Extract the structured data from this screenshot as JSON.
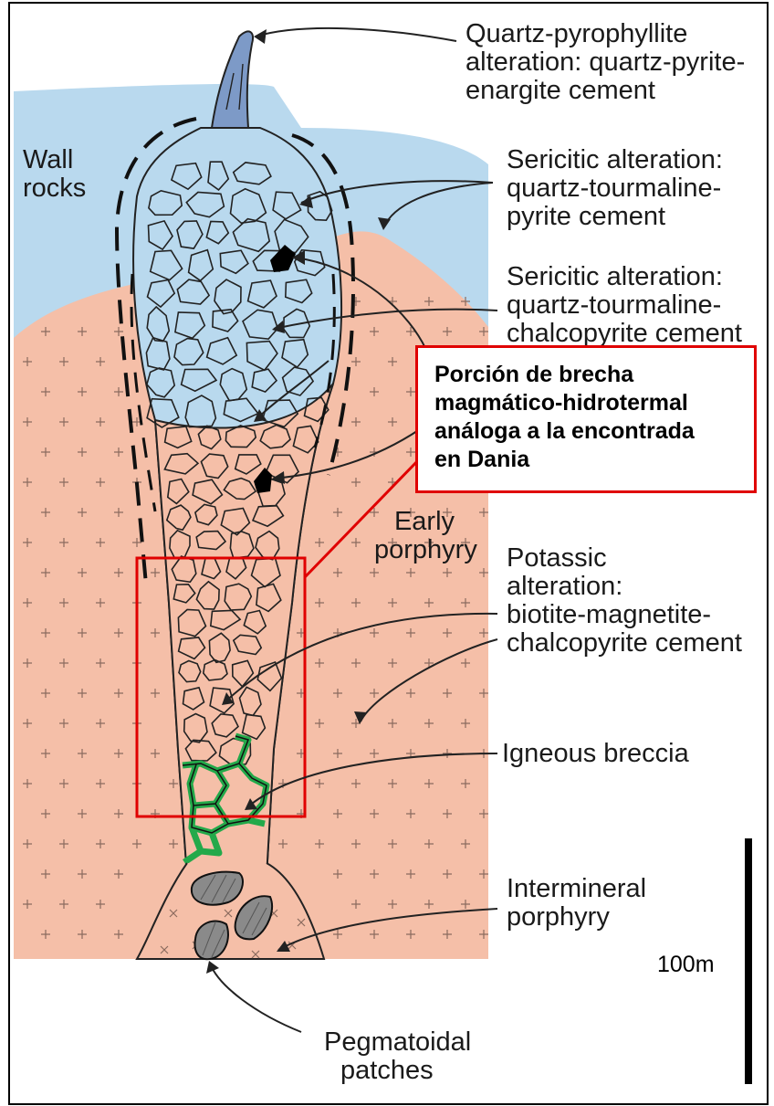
{
  "colors": {
    "wall_rock_blue": "#b9d9ee",
    "porphyry_salmon": "#f5bfa8",
    "breccia_outline": "#2b2b2b",
    "igneous_breccia_green": "#23a94a",
    "highlight_red": "#e00000",
    "pegmatoid_gray": "#8a8a8a",
    "apex_blue": "#7d9ac7"
  },
  "labels": {
    "wall_rocks": [
      "Wall",
      "rocks"
    ],
    "quartz_pyrophyllite": [
      "Quartz-pyrophyllite",
      "alteration: quartz-pyrite-",
      "enargite cement"
    ],
    "sericitic_1": [
      "Sericitic alteration:",
      "quartz-tourmaline-",
      "pyrite cement"
    ],
    "sericitic_2": [
      "Sericitic alteration:",
      "quartz-tourmaline-",
      "chalcopyrite cement"
    ],
    "early_porphyry": [
      "Early",
      "porphyry"
    ],
    "potassic": [
      "Potassic",
      "alteration:",
      "biotite-magnetite-",
      "chalcopyrite cement"
    ],
    "igneous_breccia": "Igneous breccia",
    "intermineral": [
      "Intermineral",
      "porphyry"
    ],
    "pegmatoidal": [
      "Pegmatoidal",
      "patches"
    ]
  },
  "callout": {
    "lines": [
      "Porción de brecha",
      "magmático-hidrotermal",
      "análoga a la encontrada",
      "en Dania"
    ]
  },
  "scale_bar": {
    "label": "100m"
  },
  "icons": {
    "plus_symbol": "+",
    "cross_symbol": "×"
  }
}
